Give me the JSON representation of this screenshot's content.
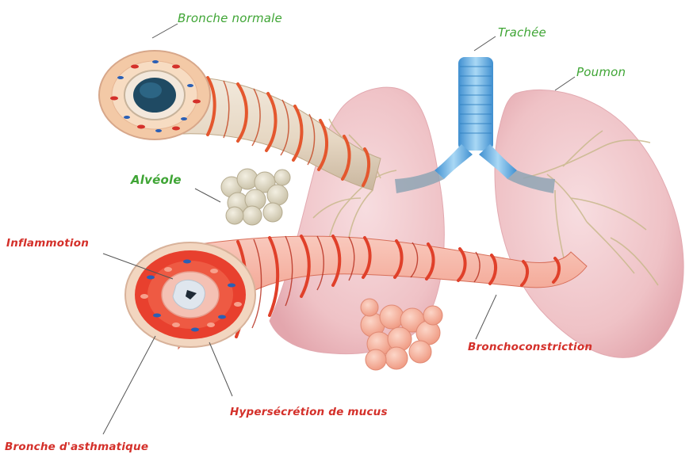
{
  "labels": {
    "bronche_normale": "Bronche normale",
    "trachee": "Trachée",
    "poumon": "Poumon",
    "alveole": "Alvéole",
    "inflammation": "Inflammotion",
    "bronchoconstriction": "Bronchoconstriction",
    "hypersecretion": "Hypersécrétion de mucus",
    "bronche_asthmatique": "Bronche d'asthmatique"
  },
  "colors": {
    "normal_label": "#3fa535",
    "asthma_label": "#d4302a",
    "lung": "#f2c9cc",
    "trachea": "#5aaee0",
    "muscle": "#e4572e",
    "bronchus_wall": "#f3c9a6"
  }
}
